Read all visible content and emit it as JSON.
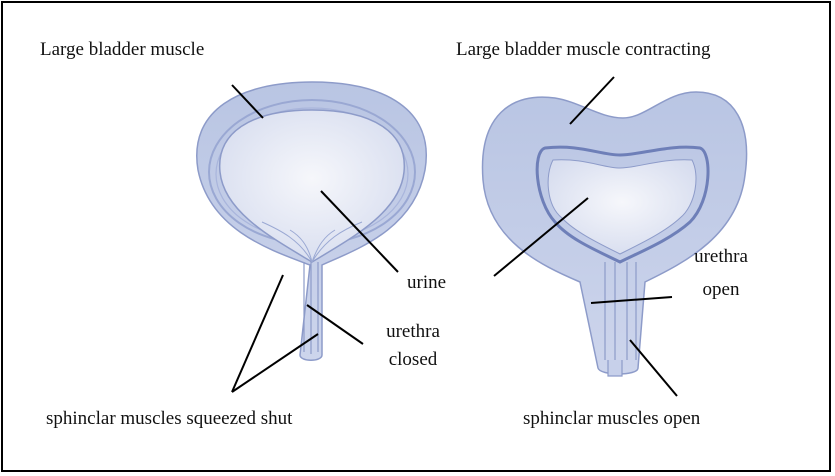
{
  "diagram": {
    "left_bladder": {
      "muscle_label": "Large bladder muscle",
      "urine_label": "urine",
      "urethra_label_line1": "urethra",
      "urethra_label_line2": "closed",
      "sphincter_label": "sphinclar muscles squeezed shut"
    },
    "right_bladder": {
      "muscle_label": "Large bladder muscle contracting",
      "urethra_label_line1": "urethra",
      "urethra_label_line2": "open",
      "sphincter_label": "sphinclar muscles open"
    },
    "colors": {
      "muscle_fill": "#c3cde6",
      "muscle_stroke": "#8d9bc9",
      "interior_fill": "#edf0f8",
      "leader_line": "#000000"
    }
  }
}
